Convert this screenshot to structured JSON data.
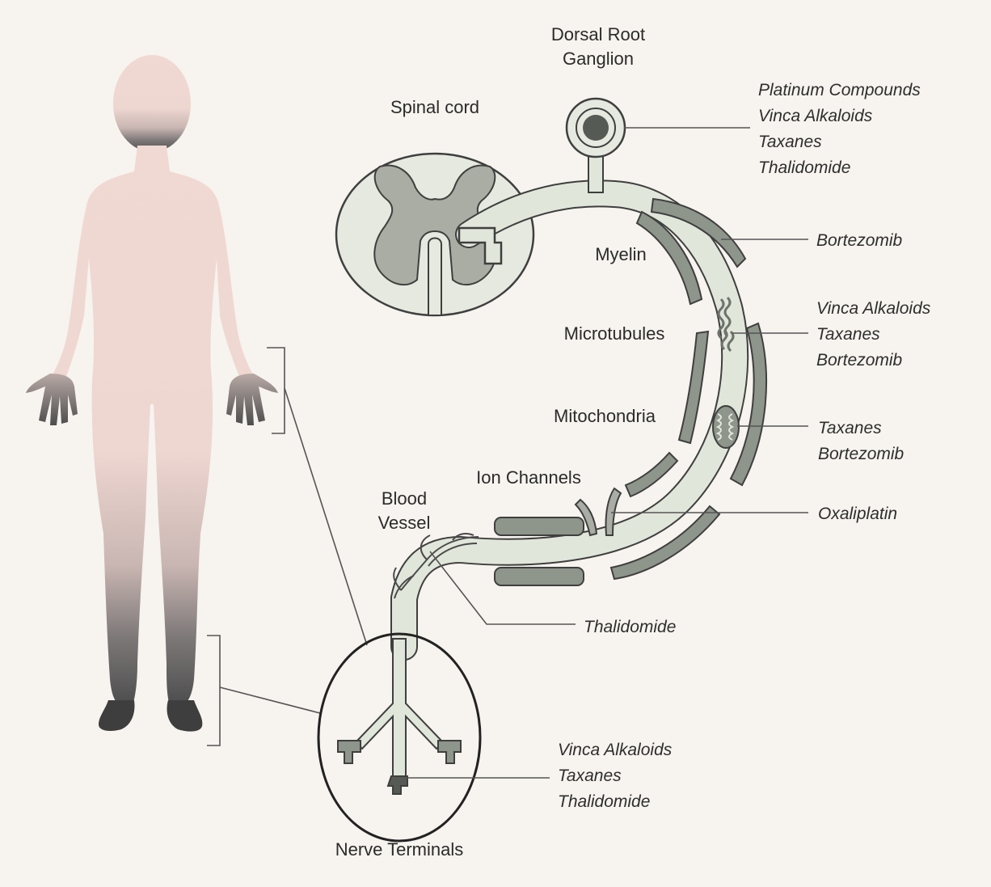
{
  "labels": {
    "dorsal_root_line1": "Dorsal Root",
    "dorsal_root_line2": "Ganglion",
    "spinal_cord": "Spinal cord",
    "myelin": "Myelin",
    "microtubules": "Microtubules",
    "mitochondria": "Mitochondria",
    "ion_channels": "Ion Channels",
    "blood_vessel_line1": "Blood",
    "blood_vessel_line2": "Vessel",
    "nerve_terminals": "Nerve Terminals"
  },
  "drug_groups": {
    "ganglion": [
      "Platinum Compounds",
      "Vinca Alkaloids",
      "Taxanes",
      "Thalidomide"
    ],
    "myelin": [
      "Bortezomib"
    ],
    "microtubules": [
      "Vinca Alkaloids",
      "Taxanes",
      "Bortezomib"
    ],
    "mitochondria": [
      "Taxanes",
      "Bortezomib"
    ],
    "ion_channels": [
      "Oxaliplatin"
    ],
    "blood_vessel": [
      "Thalidomide"
    ],
    "nerve_terminals": [
      "Vinca Alkaloids",
      "Taxanes",
      "Thalidomide"
    ]
  },
  "colors": {
    "background": "#f7f3ee",
    "body": "#f0d8d2",
    "body_shade": "#6b6b6b",
    "cord_fill": "#e6e9df",
    "grey_matter": "#a9ada3",
    "outline": "#3f3f3f",
    "myelin": "#8e958b",
    "axon": "#e1e6db"
  }
}
